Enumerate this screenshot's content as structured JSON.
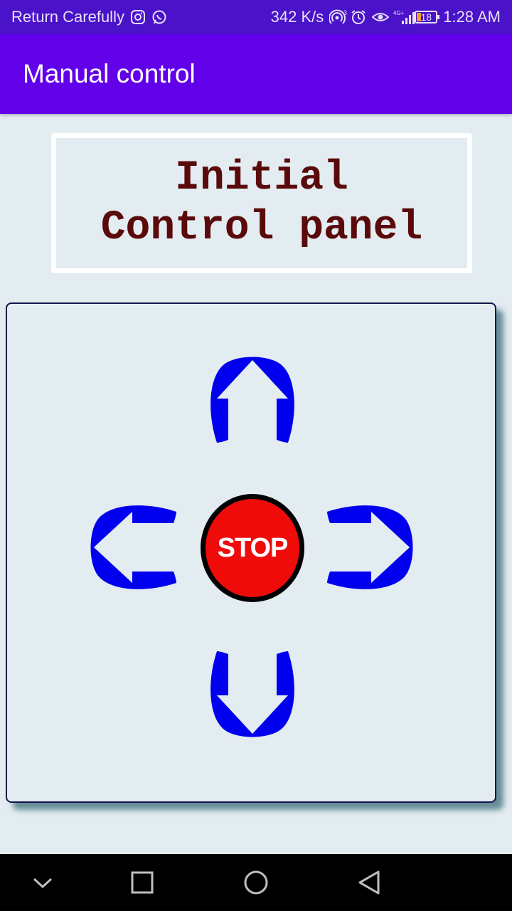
{
  "status_bar": {
    "left_text": "Return Carefully",
    "speed": "342 K/s",
    "battery": "18",
    "time": "1:28 AM",
    "icons": [
      "instagram-icon",
      "whatsapp-icon",
      "hotspot-icon",
      "alarm-icon",
      "eye-icon",
      "signal-4g-icon",
      "battery-icon"
    ]
  },
  "app_bar": {
    "title": "Manual control"
  },
  "panel": {
    "line1": "Initial",
    "line2": "Control panel"
  },
  "controls": {
    "stop_label": "STOP",
    "arrow_color": "#0000ee",
    "stop_color": "#f00b0b"
  },
  "nav_bar": {
    "icons": [
      "chevron-down-icon",
      "square-recents-icon",
      "circle-home-icon",
      "triangle-back-icon"
    ]
  }
}
